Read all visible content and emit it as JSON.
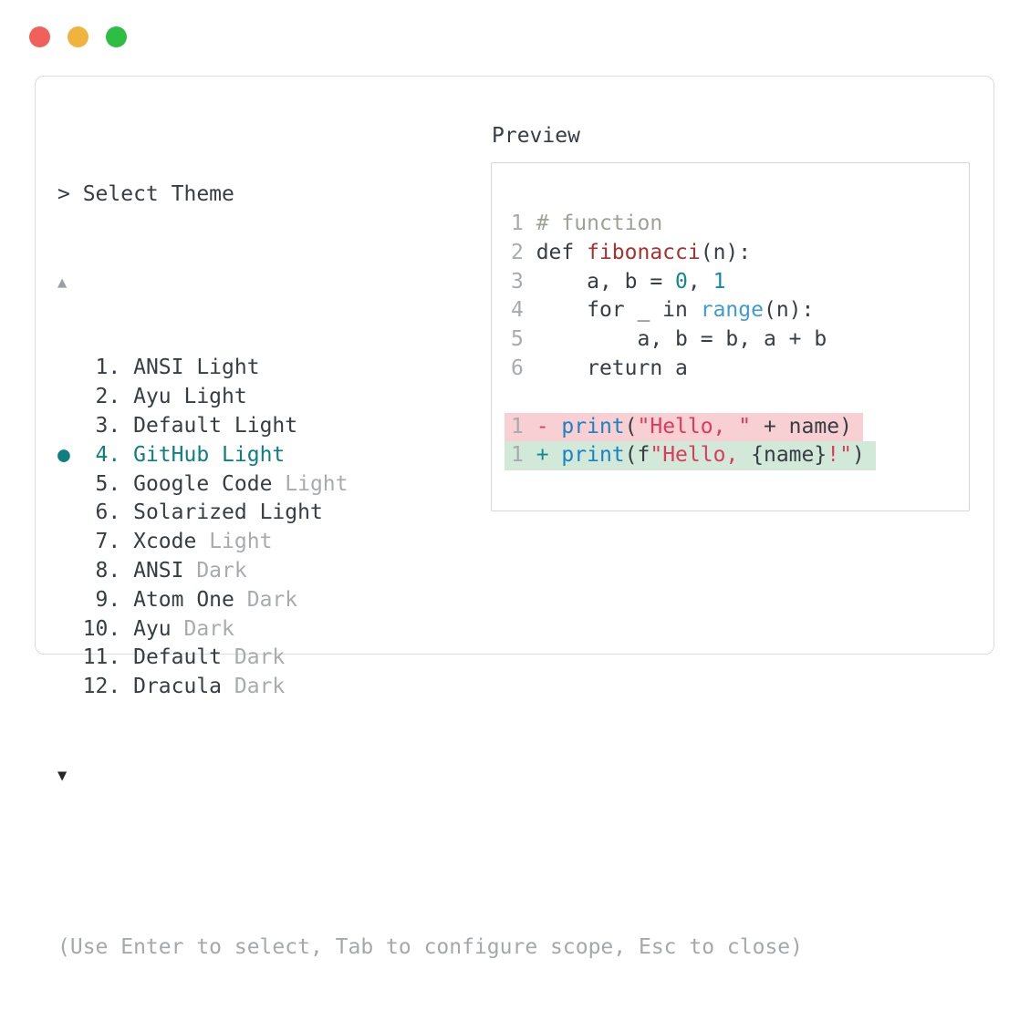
{
  "colors": {
    "accent": "#0e7f80",
    "ink": "#363d43",
    "dim": "#a8abae",
    "comment": "#9ca294",
    "funcdef": "#a93230",
    "string": "#dc3b5d",
    "call": "#1b82c4",
    "range": "#3f9bd8",
    "zero": "#12898c",
    "one": "#1587b5",
    "plus": "#12898c",
    "minus": "#dc3b5d",
    "removed_bg": "#f8cfd2",
    "added_bg": "#d2e8d8",
    "panel_border": "#dcdcdc",
    "box_border": "#d6d6d6",
    "dot_red": "#f2605c",
    "dot_yellow": "#f0b43e",
    "dot_green": "#2dbe44",
    "arrow_up": "#9aa0a4",
    "arrow_down": "#24282b",
    "footer": "#a5a8ab"
  },
  "window": {
    "dots": [
      {
        "name": "close-button",
        "color_key": "dot_red"
      },
      {
        "name": "minimize-button",
        "color_key": "dot_yellow"
      },
      {
        "name": "zoom-button",
        "color_key": "dot_green"
      }
    ]
  },
  "theme_picker": {
    "prompt": "> Select Theme",
    "scroll_up": "▲",
    "scroll_down": "▼",
    "selection_bullet": "●",
    "items": [
      {
        "number": "1.",
        "name": "ANSI",
        "variant": "Light",
        "dim_variant": false,
        "selected": false
      },
      {
        "number": "2.",
        "name": "Ayu",
        "variant": "Light",
        "dim_variant": false,
        "selected": false
      },
      {
        "number": "3.",
        "name": "Default",
        "variant": "Light",
        "dim_variant": false,
        "selected": false
      },
      {
        "number": "4.",
        "name": "GitHub",
        "variant": "Light",
        "dim_variant": false,
        "selected": true
      },
      {
        "number": "5.",
        "name": "Google Code",
        "variant": "Light",
        "dim_variant": true,
        "selected": false
      },
      {
        "number": "6.",
        "name": "Solarized",
        "variant": "Light",
        "dim_variant": false,
        "selected": false
      },
      {
        "number": "7.",
        "name": "Xcode",
        "variant": "Light",
        "dim_variant": true,
        "selected": false
      },
      {
        "number": "8.",
        "name": "ANSI",
        "variant": "Dark",
        "dim_variant": true,
        "selected": false
      },
      {
        "number": "9.",
        "name": "Atom One",
        "variant": "Dark",
        "dim_variant": true,
        "selected": false
      },
      {
        "number": "10.",
        "name": "Ayu",
        "variant": "Dark",
        "dim_variant": true,
        "selected": false
      },
      {
        "number": "11.",
        "name": "Default",
        "variant": "Dark",
        "dim_variant": true,
        "selected": false
      },
      {
        "number": "12.",
        "name": "Dracula",
        "variant": "Dark",
        "dim_variant": true,
        "selected": false
      }
    ],
    "footer_hint": "(Use Enter to select, Tab to configure scope, Esc to close)"
  },
  "preview": {
    "title": "Preview",
    "code_lines": [
      {
        "no": "1",
        "tokens": [
          {
            "t": "# function",
            "c": "comment"
          }
        ]
      },
      {
        "no": "2",
        "tokens": [
          {
            "t": "def ",
            "c": "ink"
          },
          {
            "t": "fibonacci",
            "c": "funcdef"
          },
          {
            "t": "(n):",
            "c": "ink"
          }
        ]
      },
      {
        "no": "3",
        "tokens": [
          {
            "t": "    a, b = ",
            "c": "ink"
          },
          {
            "t": "0",
            "c": "zero"
          },
          {
            "t": ", ",
            "c": "ink"
          },
          {
            "t": "1",
            "c": "one"
          }
        ]
      },
      {
        "no": "4",
        "tokens": [
          {
            "t": "    for _ in ",
            "c": "ink"
          },
          {
            "t": "range",
            "c": "range"
          },
          {
            "t": "(n):",
            "c": "ink"
          }
        ]
      },
      {
        "no": "5",
        "tokens": [
          {
            "t": "        a, b = b, a + b",
            "c": "ink"
          }
        ]
      },
      {
        "no": "6",
        "tokens": [
          {
            "t": "    return a",
            "c": "ink"
          }
        ]
      }
    ],
    "diff_lines": [
      {
        "type": "removed",
        "no": "1",
        "sign": "-",
        "sign_color": "minus",
        "bg": "removed_bg",
        "tokens": [
          {
            "t": "print",
            "c": "call"
          },
          {
            "t": "(",
            "c": "ink"
          },
          {
            "t": "\"Hello, \"",
            "c": "string"
          },
          {
            "t": " + name)",
            "c": "ink"
          }
        ]
      },
      {
        "type": "added",
        "no": "1",
        "sign": "+",
        "sign_color": "plus",
        "bg": "added_bg",
        "tokens": [
          {
            "t": "print",
            "c": "call"
          },
          {
            "t": "(f",
            "c": "ink"
          },
          {
            "t": "\"Hello, ",
            "c": "string"
          },
          {
            "t": "{name}",
            "c": "ink"
          },
          {
            "t": "!\"",
            "c": "string"
          },
          {
            "t": ")",
            "c": "ink"
          }
        ]
      }
    ]
  }
}
